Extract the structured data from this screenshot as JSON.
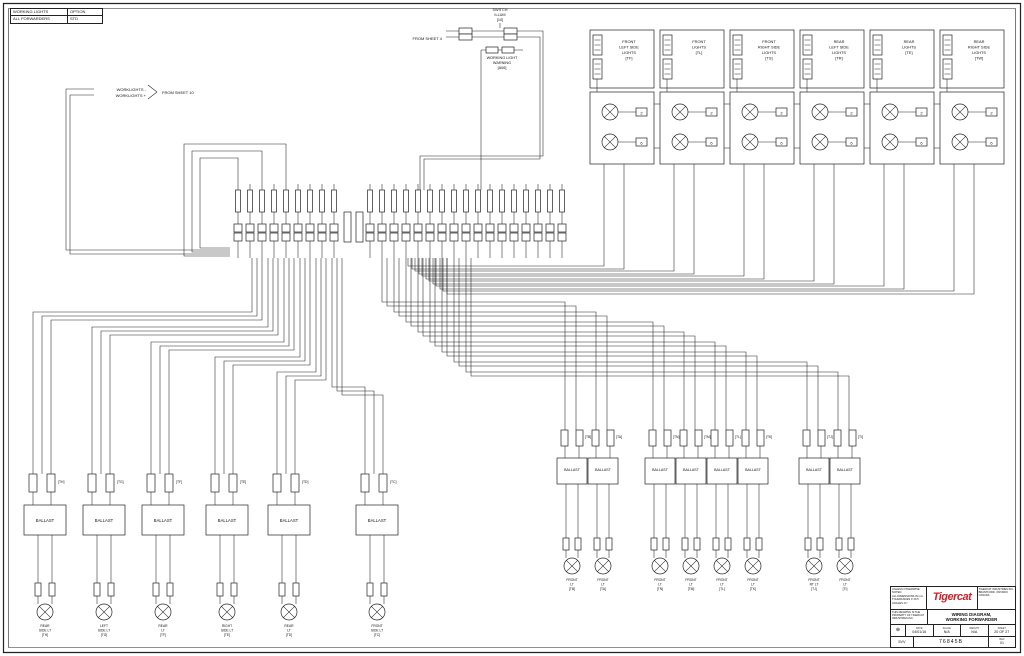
{
  "corner_table": {
    "rows": [
      [
        "WORKING LIGHTS",
        "OPTION"
      ],
      [
        "ALL FORWARDERS",
        "STD"
      ]
    ]
  },
  "header": {
    "switch_lines": [
      "SWITCH",
      "ILLUM",
      "[10]"
    ],
    "from_sheet4": "FROM SHEET 4",
    "warning_lines": [
      "WORKING LIGHT",
      "WARNING",
      "[A06]"
    ],
    "worklights_minus": "WORKLIGHTS -",
    "worklights_plus": "WORKLIGHTS +",
    "from_sheet10": "FROM SHEET 10"
  },
  "assembly_pins": [
    "2",
    "6"
  ],
  "ballast_label": "BALLAST",
  "assemblies": [
    {
      "lines": [
        "FRONT",
        "LEFT SIDE",
        "LIGHTS",
        "[TF]"
      ]
    },
    {
      "lines": [
        "FRONT",
        "LIGHTS",
        "[TL]"
      ]
    },
    {
      "lines": [
        "FRONT",
        "RIGHT SIDE",
        "LIGHTS",
        "[TS]"
      ]
    },
    {
      "lines": [
        "REAR",
        "LEFT SIDE",
        "LIGHTS",
        "[TR]"
      ]
    },
    {
      "lines": [
        "REAR",
        "LIGHTS",
        "[TE]"
      ]
    },
    {
      "lines": [
        "REAR",
        "RIGHT SIDE",
        "LIGHTS",
        "[TW]"
      ]
    }
  ],
  "left_groups": [
    {
      "conn_code": "[TH]",
      "lamp_lines": [
        "REAR",
        "SIDE LT",
        "[TH]"
      ]
    },
    {
      "conn_code": "[TG]",
      "lamp_lines": [
        "LEFT",
        "SIDE LT",
        "[TG]"
      ]
    },
    {
      "conn_code": "[TF]",
      "lamp_lines": [
        "REAR",
        "LT",
        "[TF]"
      ]
    },
    {
      "conn_code": "[TE]",
      "lamp_lines": [
        "RIGHT",
        "SIDE LT",
        "[TE]"
      ]
    },
    {
      "conn_code": "[TD]",
      "lamp_lines": [
        "REAR",
        "LT",
        "[TD]"
      ]
    },
    {
      "conn_code": "[TC]",
      "lamp_lines": [
        "FRONT",
        "SIDE LT",
        "[TC]"
      ]
    }
  ],
  "right_groups": [
    {
      "conn_code": "[TB]",
      "lamp_lines": [
        "FRONT",
        "LT",
        "[TB]"
      ]
    },
    {
      "conn_code": "[TA]",
      "lamp_lines": [
        "FRONT",
        "LT",
        "[TA]"
      ]
    },
    {
      "conn_code": "[TN]",
      "lamp_lines": [
        "FRONT",
        "LT",
        "[TN]"
      ]
    },
    {
      "conn_code": "[TM]",
      "lamp_lines": [
        "FRONT",
        "LT",
        "[TM]"
      ]
    },
    {
      "conn_code": "[TL]",
      "lamp_lines": [
        "FRONT",
        "LT",
        "[TL]"
      ]
    },
    {
      "conn_code": "[TK]",
      "lamp_lines": [
        "FRONT",
        "LT",
        "[TK]"
      ]
    },
    {
      "conn_code": "[TJ]",
      "lamp_lines": [
        "FRONT",
        "RT LT",
        "[TJ]"
      ]
    },
    {
      "conn_code": "[TI]",
      "lamp_lines": [
        "FRONT",
        "LT",
        "[TI]"
      ]
    }
  ],
  "title_block": {
    "logo": "Tigercat",
    "company_lines": [
      "TIGERCAT INDUSTRIES INC.",
      "BRANTFORD, ONTARIO",
      "CANADA"
    ],
    "tolerance_lines": [
      "UNLESS OTHERWISE NOTED",
      "ALL DIMENSIONS IN mm",
      "TOLERANCES X ±0.5",
      "ANGLES ±1°"
    ],
    "note_lines": [
      "THIS DRAWING IS THE",
      "PROPERTY OF TIGERCAT",
      "INDUSTRIES INC."
    ],
    "title_lines": [
      "WIRING DIAGRAM,",
      "WORKING FORWARDER"
    ],
    "projection_symbol": "⊕",
    "date_label": "DATE",
    "date": "04/01/16",
    "scale_label": "SCALE",
    "scale": "N/A",
    "weight_label": "WEIGHT",
    "weight": "N/A",
    "sheet_label": "SHEET",
    "sheet": "20 OF 27",
    "code": "5VV",
    "number": "76845B",
    "rev_label": "REV",
    "rev": "01"
  }
}
